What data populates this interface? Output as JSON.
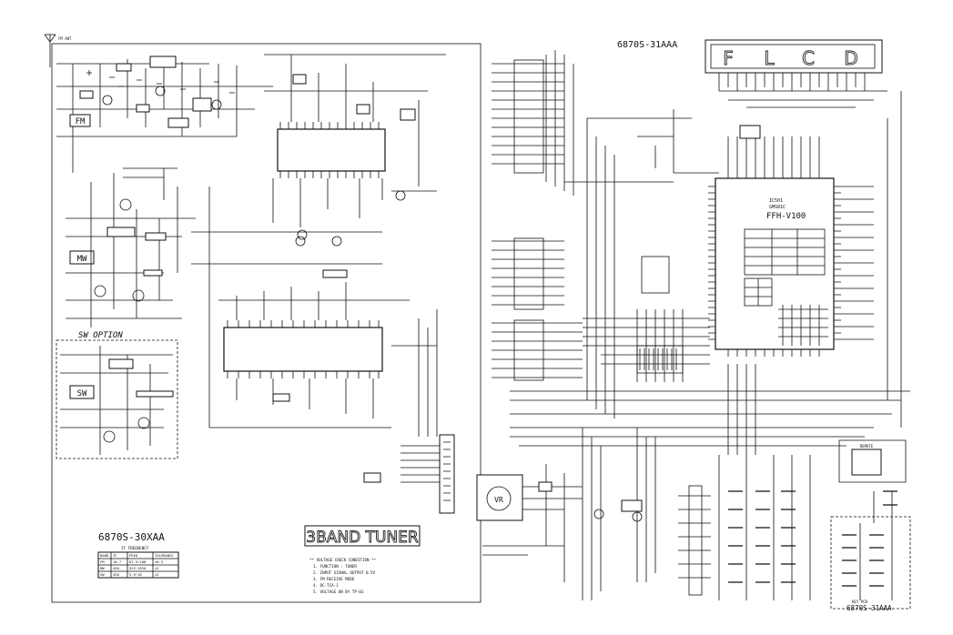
{
  "tuner_board": {
    "part_number": "6870S-30XAA",
    "title": "3BAND TUNER",
    "fm_label": "FM",
    "mw_label": "MW",
    "sw_label": "SW",
    "sw_option_label": "SW OPTION",
    "antenna_label": "FM ANT",
    "notes": [
      "** VOLTAGE CHECK CONDITION **",
      "1. FUNCTION : TUNER",
      "2. INPUT SIGNAL OUTPUT 0.5V",
      "3. FM RECEIVE MODE",
      "4. DC-TCA-1",
      "5. VOLTAGE ON BY TP-01"
    ],
    "freq_table": {
      "title": "IF FREQUENCY",
      "headers": [
        "BAND",
        "IF",
        "FREQ",
        "TOLERANCE"
      ],
      "rows": [
        [
          "FM",
          "10.7",
          "87.5~108",
          "±0.5"
        ],
        [
          "MW",
          "450",
          "522~1620",
          "±2"
        ],
        [
          "SW",
          "450",
          "5.9~18",
          "±2"
        ]
      ]
    }
  },
  "main_board": {
    "part_number": "6870S-31AAA",
    "mcu_name": "FFH-V100",
    "mcu_ic": "IC501",
    "mcu_part": "GMS81C",
    "vfd_glyphs": [
      "F",
      "L",
      "C",
      "D"
    ],
    "key_pcb_label": "KEY PCB",
    "key_pcb_part": "6870S-31AAA",
    "vr_label": "VR",
    "remote_label": "REMOTE"
  }
}
